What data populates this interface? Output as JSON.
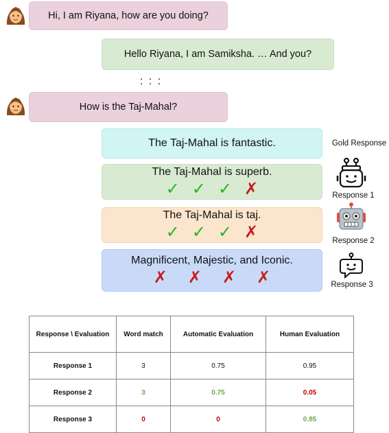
{
  "dialogue": {
    "msg1": "Hi, I am Riyana, how are you doing?",
    "msg2": "Hello Riyana, I am Samiksha. … And you?",
    "ellipsis": ": : :",
    "msg3": "How is the Taj-Mahal?"
  },
  "responses": {
    "gold_text": "The Taj-Mahal is fantastic.",
    "gold_label": "Gold Response",
    "r1_text": "The Taj-Mahal is superb.",
    "r1_label": "Response 1",
    "r2_text": "The Taj-Mahal is taj.",
    "r2_label": "Response 2",
    "r3_text": "Magnificent, Majestic, and Iconic.",
    "r3_label": "Response 3",
    "check_glyph": "✓",
    "cross_glyph": "✗"
  },
  "table": {
    "headers": [
      "Response \\ Evaluation",
      "Word match",
      "Automatic Evaluation",
      "Human Evaluation"
    ],
    "rows": [
      [
        "Response 1",
        "3",
        "0.75",
        "0.95"
      ],
      [
        "Response 2",
        "3",
        "0.75",
        "0.05"
      ],
      [
        "Response 3",
        "0",
        "0",
        "0.85"
      ]
    ]
  },
  "colors": {
    "user_bubble": "#ead1dc",
    "bot_bubble": "#d9ead3",
    "gold_bubble": "#d0f5f3",
    "r2_bubble": "#fce5cd",
    "r3_bubble": "#c9daf8",
    "good": "#6aa84f",
    "bad": "#c00000"
  }
}
